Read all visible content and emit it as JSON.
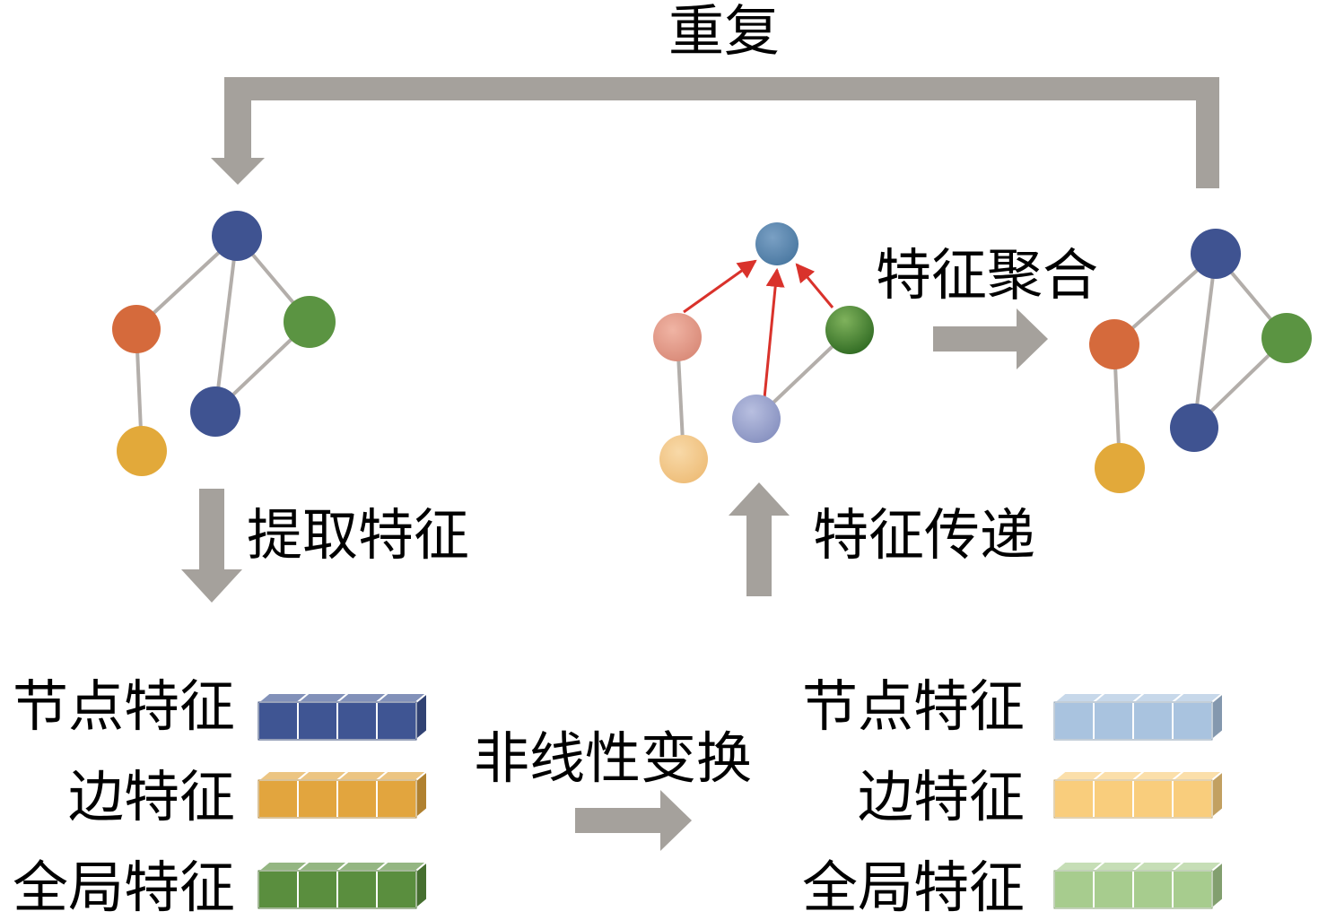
{
  "labels": {
    "repeat": "重复",
    "extract": "提取特征",
    "propagate": "特征传递",
    "aggregate": "特征聚合",
    "transform": "非线性变换"
  },
  "left_features": {
    "node": "节点特征",
    "edge": "边特征",
    "global": "全局特征"
  },
  "right_features": {
    "node": "节点特征",
    "edge": "边特征",
    "global": "全局特征"
  },
  "colors": {
    "arrow_gray": "#a5a19c",
    "edge_gray": "#b3aeaa",
    "message_red": "#d9322b",
    "node_dark_blue": "#3f5391",
    "node_orange": "#d56a3c",
    "node_green": "#5b9442",
    "node_yellow": "#e2a93a",
    "faded_salmon": "#e59b8a",
    "faded_yellow": "#f2c88b",
    "faded_purple": "#9aa3cc",
    "target_blue": "#5a86ad",
    "feat_node_dark": "#3f5593",
    "feat_edge_dark": "#e2a53e",
    "feat_global_dark": "#5a8e3e",
    "feat_node_light": "#a9c3df",
    "feat_edge_light": "#f9cd7c",
    "feat_global_light": "#a7cc8e"
  }
}
